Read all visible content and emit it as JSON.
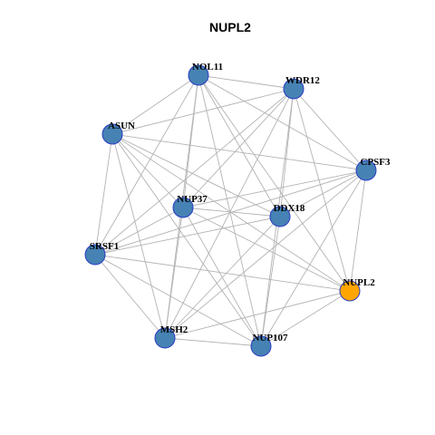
{
  "title": "NUPL2",
  "colors": {
    "node_default": "#4682b4",
    "node_highlight": "#ffa500",
    "node_border": "#2a3cc4",
    "edge": "#b3b3b3",
    "background": "#ffffff"
  },
  "nodes": [
    {
      "id": "NOL11",
      "label": "NOL11",
      "highlight": false
    },
    {
      "id": "WDR12",
      "label": "WDR12",
      "highlight": false
    },
    {
      "id": "ASUN",
      "label": "ASUN",
      "highlight": false
    },
    {
      "id": "CPSF3",
      "label": "CPSF3",
      "highlight": false
    },
    {
      "id": "NUP37",
      "label": "NUP37",
      "highlight": false
    },
    {
      "id": "DDX18",
      "label": "DDX18",
      "highlight": false
    },
    {
      "id": "SRSF1",
      "label": "SRSF1",
      "highlight": false
    },
    {
      "id": "NUPL2",
      "label": "NUPL2",
      "highlight": true
    },
    {
      "id": "MSH2",
      "label": "MSH2",
      "highlight": false
    },
    {
      "id": "NUP107",
      "label": "NUP107",
      "highlight": false
    }
  ],
  "edges": [
    [
      "NOL11",
      "WDR12"
    ],
    [
      "NOL11",
      "ASUN"
    ],
    [
      "NOL11",
      "CPSF3"
    ],
    [
      "NOL11",
      "NUP37"
    ],
    [
      "NOL11",
      "DDX18"
    ],
    [
      "NOL11",
      "SRSF1"
    ],
    [
      "NOL11",
      "NUPL2"
    ],
    [
      "NOL11",
      "MSH2"
    ],
    [
      "NOL11",
      "NUP107"
    ],
    [
      "WDR12",
      "ASUN"
    ],
    [
      "WDR12",
      "CPSF3"
    ],
    [
      "WDR12",
      "NUP37"
    ],
    [
      "WDR12",
      "DDX18"
    ],
    [
      "WDR12",
      "SRSF1"
    ],
    [
      "WDR12",
      "NUPL2"
    ],
    [
      "WDR12",
      "MSH2"
    ],
    [
      "WDR12",
      "NUP107"
    ],
    [
      "ASUN",
      "CPSF3"
    ],
    [
      "ASUN",
      "NUP37"
    ],
    [
      "ASUN",
      "DDX18"
    ],
    [
      "ASUN",
      "SRSF1"
    ],
    [
      "ASUN",
      "NUPL2"
    ],
    [
      "ASUN",
      "MSH2"
    ],
    [
      "ASUN",
      "NUP107"
    ],
    [
      "CPSF3",
      "NUP37"
    ],
    [
      "CPSF3",
      "DDX18"
    ],
    [
      "CPSF3",
      "SRSF1"
    ],
    [
      "CPSF3",
      "NUPL2"
    ],
    [
      "CPSF3",
      "MSH2"
    ],
    [
      "CPSF3",
      "NUP107"
    ],
    [
      "NUP37",
      "DDX18"
    ],
    [
      "NUP37",
      "SRSF1"
    ],
    [
      "NUP37",
      "NUPL2"
    ],
    [
      "NUP37",
      "MSH2"
    ],
    [
      "NUP37",
      "NUP107"
    ],
    [
      "DDX18",
      "SRSF1"
    ],
    [
      "DDX18",
      "MSH2"
    ],
    [
      "DDX18",
      "NUP107"
    ],
    [
      "SRSF1",
      "NUPL2"
    ],
    [
      "SRSF1",
      "MSH2"
    ],
    [
      "SRSF1",
      "NUP107"
    ],
    [
      "NUPL2",
      "MSH2"
    ],
    [
      "NUPL2",
      "NUP107"
    ],
    [
      "MSH2",
      "NUP107"
    ]
  ]
}
